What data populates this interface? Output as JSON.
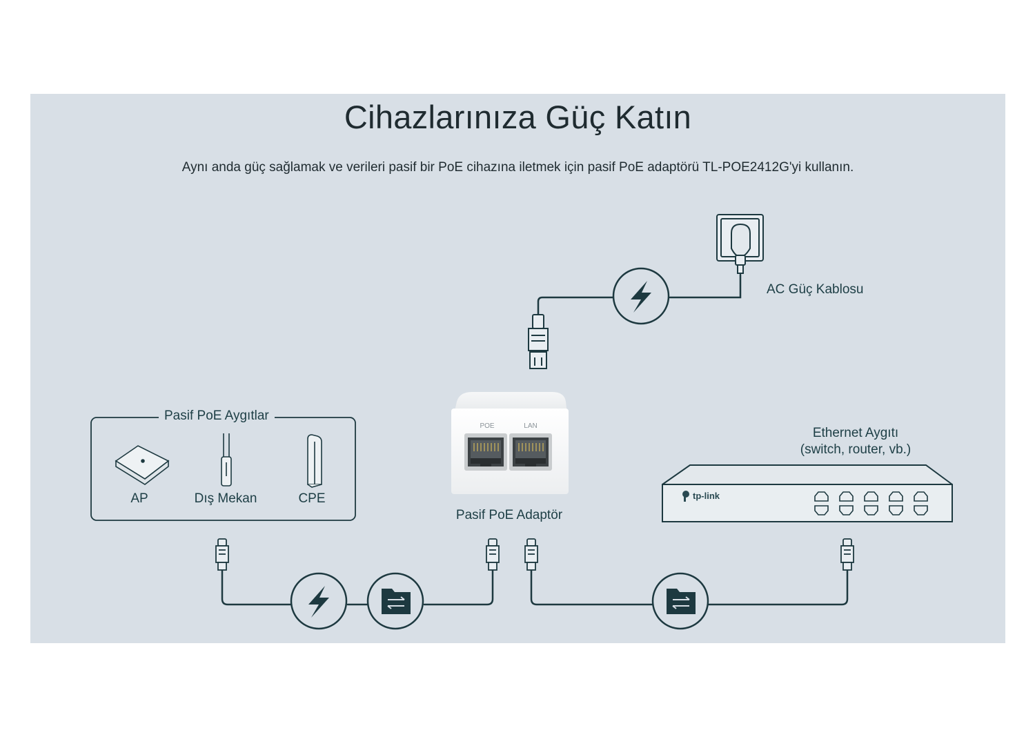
{
  "header": {
    "title": "Cihazlarınıza Güç Katın",
    "subtitle": "Aynı anda güç sağlamak ve verileri pasif bir PoE cihazına iletmek için pasif PoE adaptörü TL-POE2412G'yi kullanın."
  },
  "labels": {
    "ac_cable": "AC Güç Kablosu",
    "passive_group": "Pasif PoE Aygıtlar",
    "ap": "AP",
    "outdoor": "Dış Mekan",
    "cpe": "CPE",
    "adapter": "Pasif PoE Adaptör",
    "ethernet_line1": "Ethernet Aygıtı",
    "ethernet_line2": "(switch, router, vb.)"
  },
  "adapter_ports": {
    "poe": "POE",
    "lan": "LAN"
  },
  "switch_brand": "tp-link",
  "icons": {
    "power": "lightning-bolt-icon",
    "data": "folder-transfer-icon",
    "outlet": "wall-socket-icon"
  },
  "colors": {
    "background": "#d8dfe6",
    "line": "#1d3940",
    "text": "#1f2b30"
  }
}
